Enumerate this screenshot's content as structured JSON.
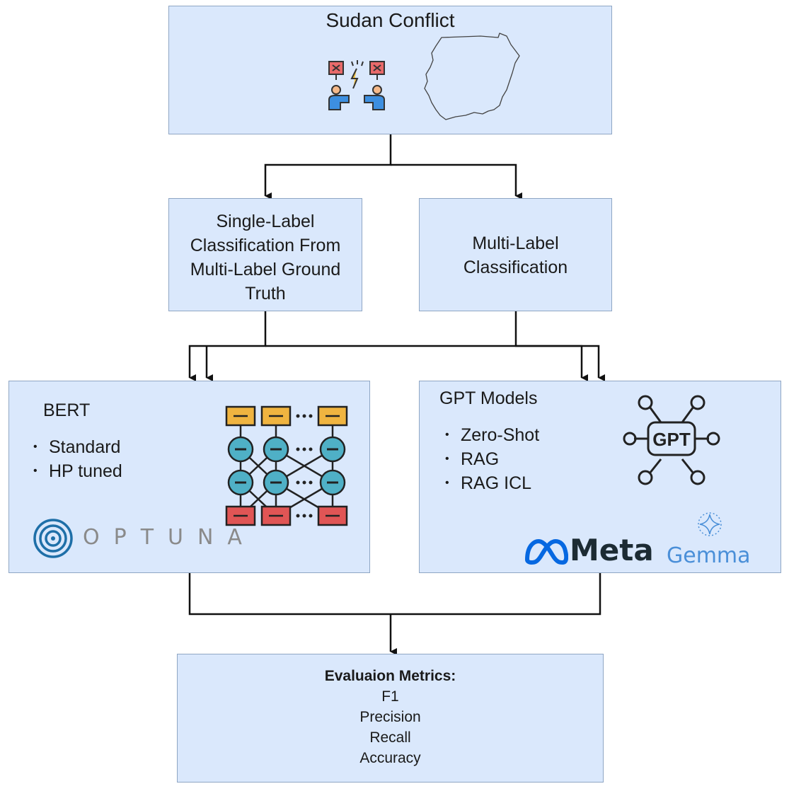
{
  "top": {
    "title": "Sudan Conflict",
    "icons": [
      "conflict-people-icon",
      "sudan-map-icon"
    ]
  },
  "single_label": {
    "lines": [
      "Single-Label",
      "Classification From",
      "Multi-Label Ground",
      "Truth"
    ]
  },
  "multi_label": {
    "lines": [
      "Multi-Label",
      "Classification"
    ]
  },
  "bert": {
    "title": "BERT",
    "items": [
      "Standard",
      "HP tuned"
    ],
    "logo_text": "OPTUNA",
    "icons": [
      "neural-network-icon",
      "optuna-logo"
    ]
  },
  "gpt": {
    "title": "GPT Models",
    "items": [
      "Zero-Shot",
      "RAG",
      "RAG ICL"
    ],
    "gpt_icon_text": "GPT",
    "meta_text": "Meta",
    "gemma_text": "Gemma",
    "icons": [
      "gpt-network-icon",
      "meta-logo",
      "gemma-logo"
    ]
  },
  "evaluation": {
    "title": "Evaluaion Metrics:",
    "metrics": [
      "F1",
      "Precision",
      "Recall",
      "Accuracy"
    ]
  },
  "colors": {
    "box_fill": "#dae8fc",
    "box_border": "#8fa6c4",
    "meta_blue": "#0668e1",
    "gemma_blue": "#4a8fd8",
    "optuna_blue": "#1e6fa8",
    "nn_yellow": "#f0b440",
    "nn_teal": "#4fb0c6",
    "nn_red": "#e05555"
  }
}
